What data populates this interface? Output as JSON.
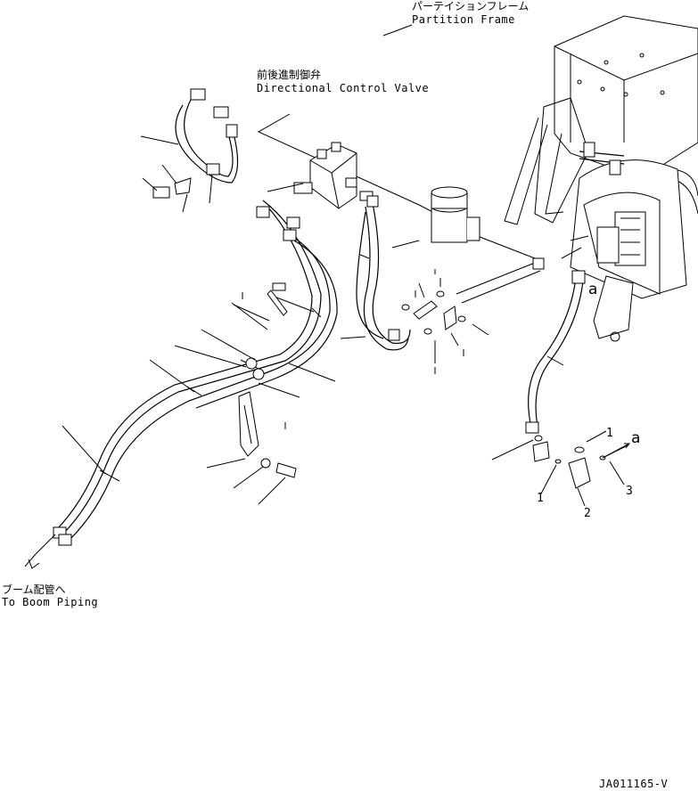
{
  "labels": {
    "partition_frame_jp": "パーテイションフレーム",
    "partition_frame_en": "Partition Frame",
    "directional_valve_jp": "前後進制御弁",
    "directional_valve_en": "Directional Control Valve",
    "boom_piping_jp": "ブーム配管へ",
    "boom_piping_en": "To Boom Piping",
    "drawing_id": "JA011165-V"
  },
  "callouts": {
    "a_right": "a",
    "a_pump": "a",
    "n1_top": "1",
    "n1_bottom": "1",
    "n2": "2",
    "n3": "3"
  }
}
